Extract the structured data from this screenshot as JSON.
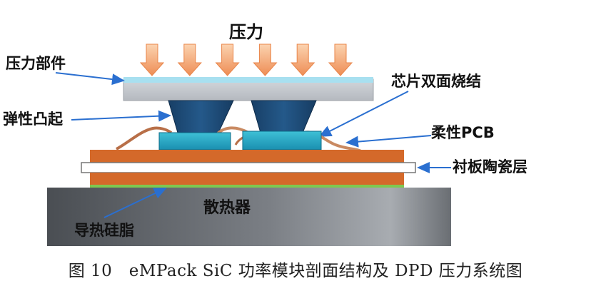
{
  "diagram": {
    "labels": {
      "pressure": "压力",
      "pressure_part": "压力部件",
      "chip_sintering": "芯片双面烧结",
      "elastic_bump": "弹性凸起",
      "flex_pcb": "柔性PCB",
      "ceramic_layer": "衬板陶瓷层",
      "heatsink": "散热器",
      "thermal_grease": "导热硅脂"
    },
    "caption": "图 10　eMPack SiC 功率模块剖面结构及 DPD 压力系统图",
    "arrow_count": 6,
    "colors": {
      "pressure_arrow": "#f0a070",
      "pressure_part": "#c8ccd2",
      "pressure_part_top": "#a8e0f0",
      "bump": "#1d4f7c",
      "chip": "#22a8c0",
      "flex_pcb": "#c77a50",
      "substrate_copper": "#d4692a",
      "ceramic": "#ffffff",
      "thermal_grease": "#7ec850",
      "heatsink": "#55595e",
      "callout": "#2a6fd0"
    }
  }
}
